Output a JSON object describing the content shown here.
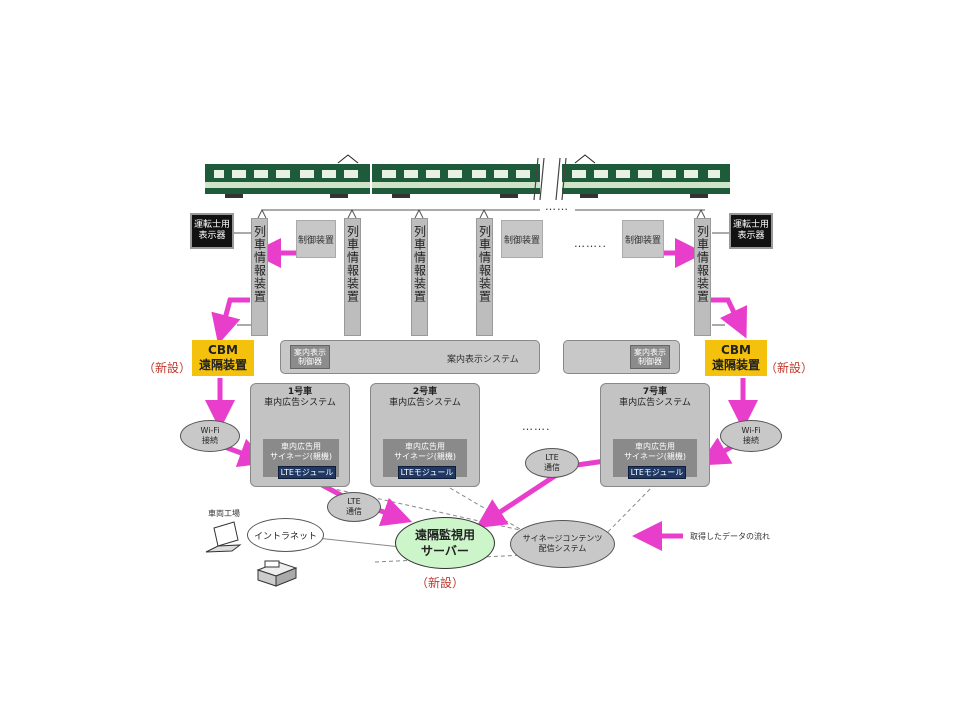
{
  "train": {
    "driver_display_left": "運転士用\n表示器",
    "driver_display_right": "運転士用\n表示器",
    "train_info_label": "列車情報装置",
    "control_device_label": "制御装置",
    "dots": "……",
    "dots2": "…….."
  },
  "cbm": {
    "left_label": "CBM\n遠隔装置",
    "right_label": "CBM\n遠隔装置",
    "new_tag": "（新設）"
  },
  "guide_system": {
    "label": "案内表示システム",
    "controller_label": "案内表示\n制御器"
  },
  "cars": [
    {
      "number": "1号車",
      "system": "車内広告システム",
      "signage": "車内広告用\nサイネージ(親機)",
      "module": "LTEモジュール"
    },
    {
      "number": "2号車",
      "system": "車内広告システム",
      "signage": "車内広告用\nサイネージ(親機)",
      "module": "LTEモジュール"
    },
    {
      "number": "7号車",
      "system": "車内広告システム",
      "signage": "車内広告用\nサイネージ(親機)",
      "module": "LTEモジュール"
    }
  ],
  "cars_dots": "…….",
  "comms": {
    "wifi_left": "Wi-Fi\n接続",
    "wifi_right": "Wi-Fi\n接続",
    "lte_a": "LTE\n通信",
    "lte_b": "LTE\n通信"
  },
  "server": {
    "label": "遠隔監視用\nサーバー",
    "new_tag": "（新設）"
  },
  "signage_dist": {
    "label": "サイネージコンテンツ\n配信システム"
  },
  "factory": {
    "label": "車両工場",
    "intranet": "イントラネット"
  },
  "legend": {
    "label": "取得したデータの流れ"
  },
  "colors": {
    "arrow": "#e93ecb",
    "cbm": "#f4c20c",
    "server": "#ccf5c9",
    "lte_module": "#1f3864",
    "new_tag": "#c0392b"
  }
}
